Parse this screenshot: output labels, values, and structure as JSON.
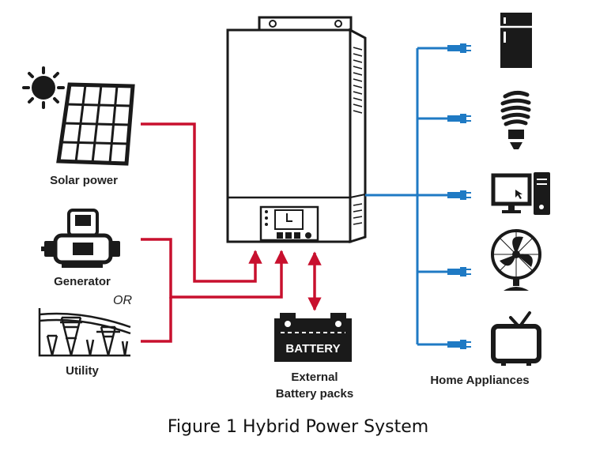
{
  "labels": {
    "solar": "Solar power",
    "generator": "Generator",
    "or": "OR",
    "utility": "Utility",
    "battery_text": "BATTERY",
    "battery_line1": "External",
    "battery_line2": "Battery packs",
    "appliances": "Home Appliances"
  },
  "caption": "Figure 1 Hybrid Power System",
  "colors": {
    "input_lines": "#c8102e",
    "output_lines": "#1f7ac4",
    "device": "#1a1a1a"
  },
  "icons": [
    "sun-icon",
    "solar-panel-icon",
    "generator-icon",
    "utility-tower-icon",
    "inverter-icon",
    "battery-icon",
    "refrigerator-icon",
    "light-bulb-icon",
    "computer-icon",
    "fan-icon",
    "tv-icon",
    "plug-icon"
  ]
}
